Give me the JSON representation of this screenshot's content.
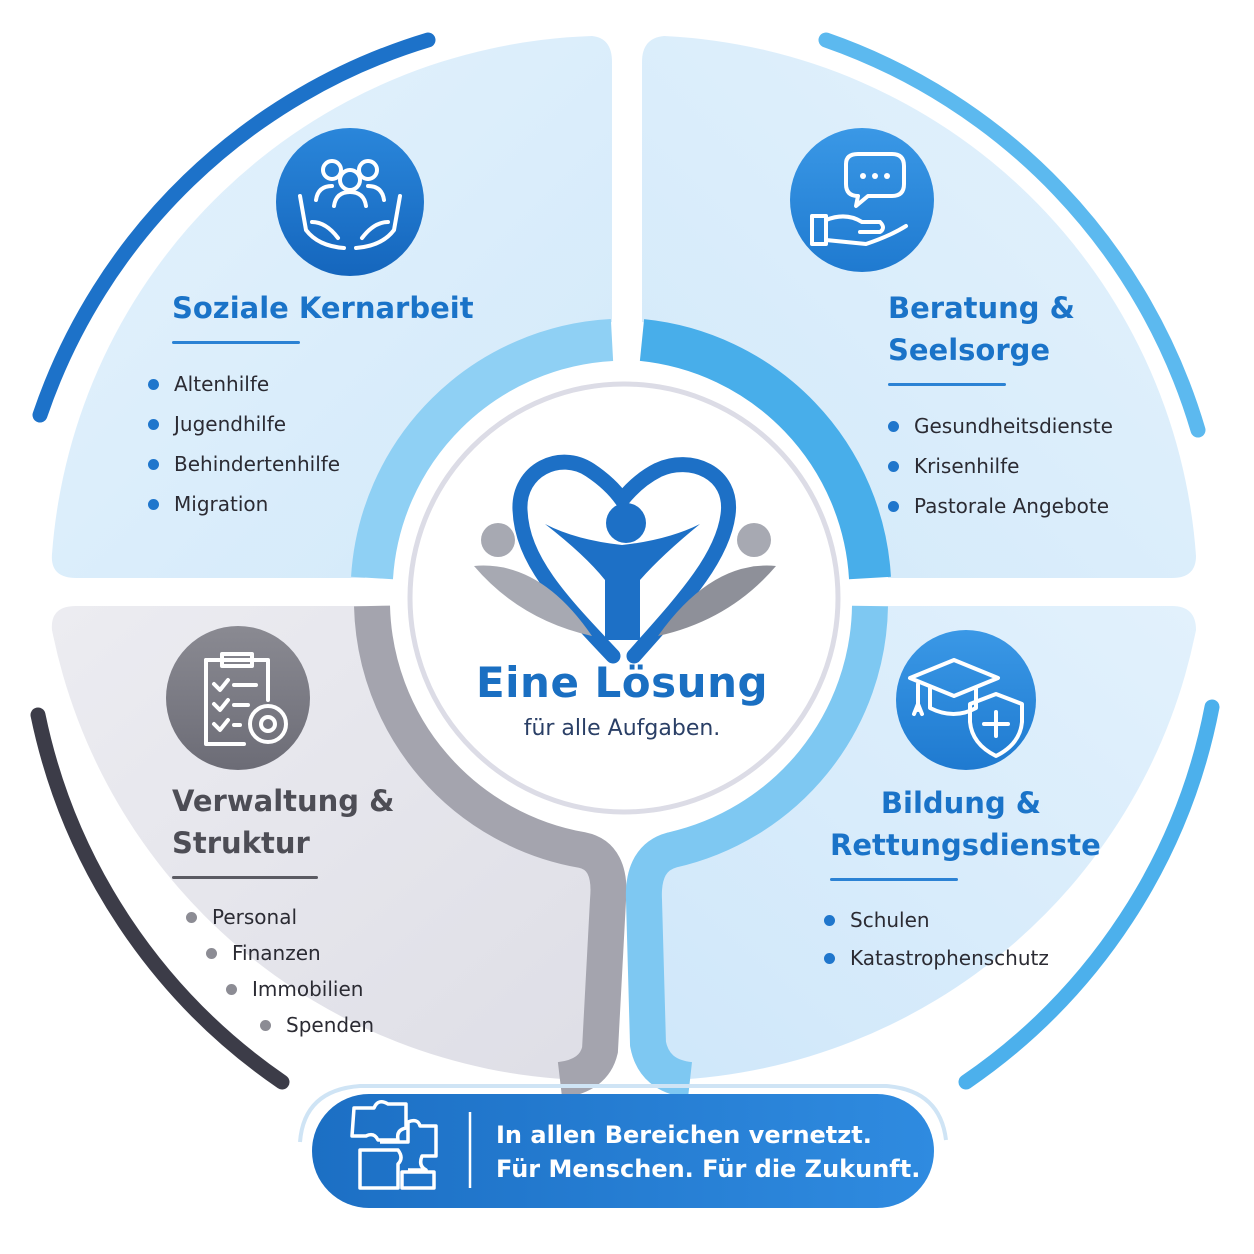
{
  "center": {
    "title": "Eine Lösung",
    "subtitle": "für alle Aufgaben."
  },
  "quadrants": [
    {
      "title_lines": [
        "Soziale Kernarbeit"
      ],
      "icon": "community-care-icon",
      "items": [
        "Altenhilfe",
        "Jugendhilfe",
        "Behindertenhilfe",
        "Migration"
      ]
    },
    {
      "title_lines": [
        "Beratung &",
        "Seelsorge"
      ],
      "icon": "counseling-icon",
      "items": [
        "Gesundheitsdienste",
        "Krisenhilfe",
        "Pastorale Angebote"
      ]
    },
    {
      "title_lines": [
        "Verwaltung &",
        "Struktur"
      ],
      "icon": "administration-icon",
      "items": [
        "Personal",
        "Finanzen",
        "Immobilien",
        "Spenden"
      ]
    },
    {
      "title_lines": [
        "Bildung &",
        "Rettungsdienste"
      ],
      "icon": "education-rescue-icon",
      "items": [
        "Schulen",
        "Katastrophenschutz"
      ]
    }
  ],
  "banner": {
    "icon": "puzzle-icon",
    "line1": "In allen Bereichen vernetzt.",
    "line2": "Für Menschen. Für die Zukunft."
  },
  "colors": {
    "primary_blue": "#1a6fc2",
    "light_blue": "#6fc0f0",
    "pale_blue": "#dbeefb",
    "gray": "#8e8e96",
    "dark_gray": "#3c3c48",
    "pale_gray": "#e6e6ec"
  }
}
